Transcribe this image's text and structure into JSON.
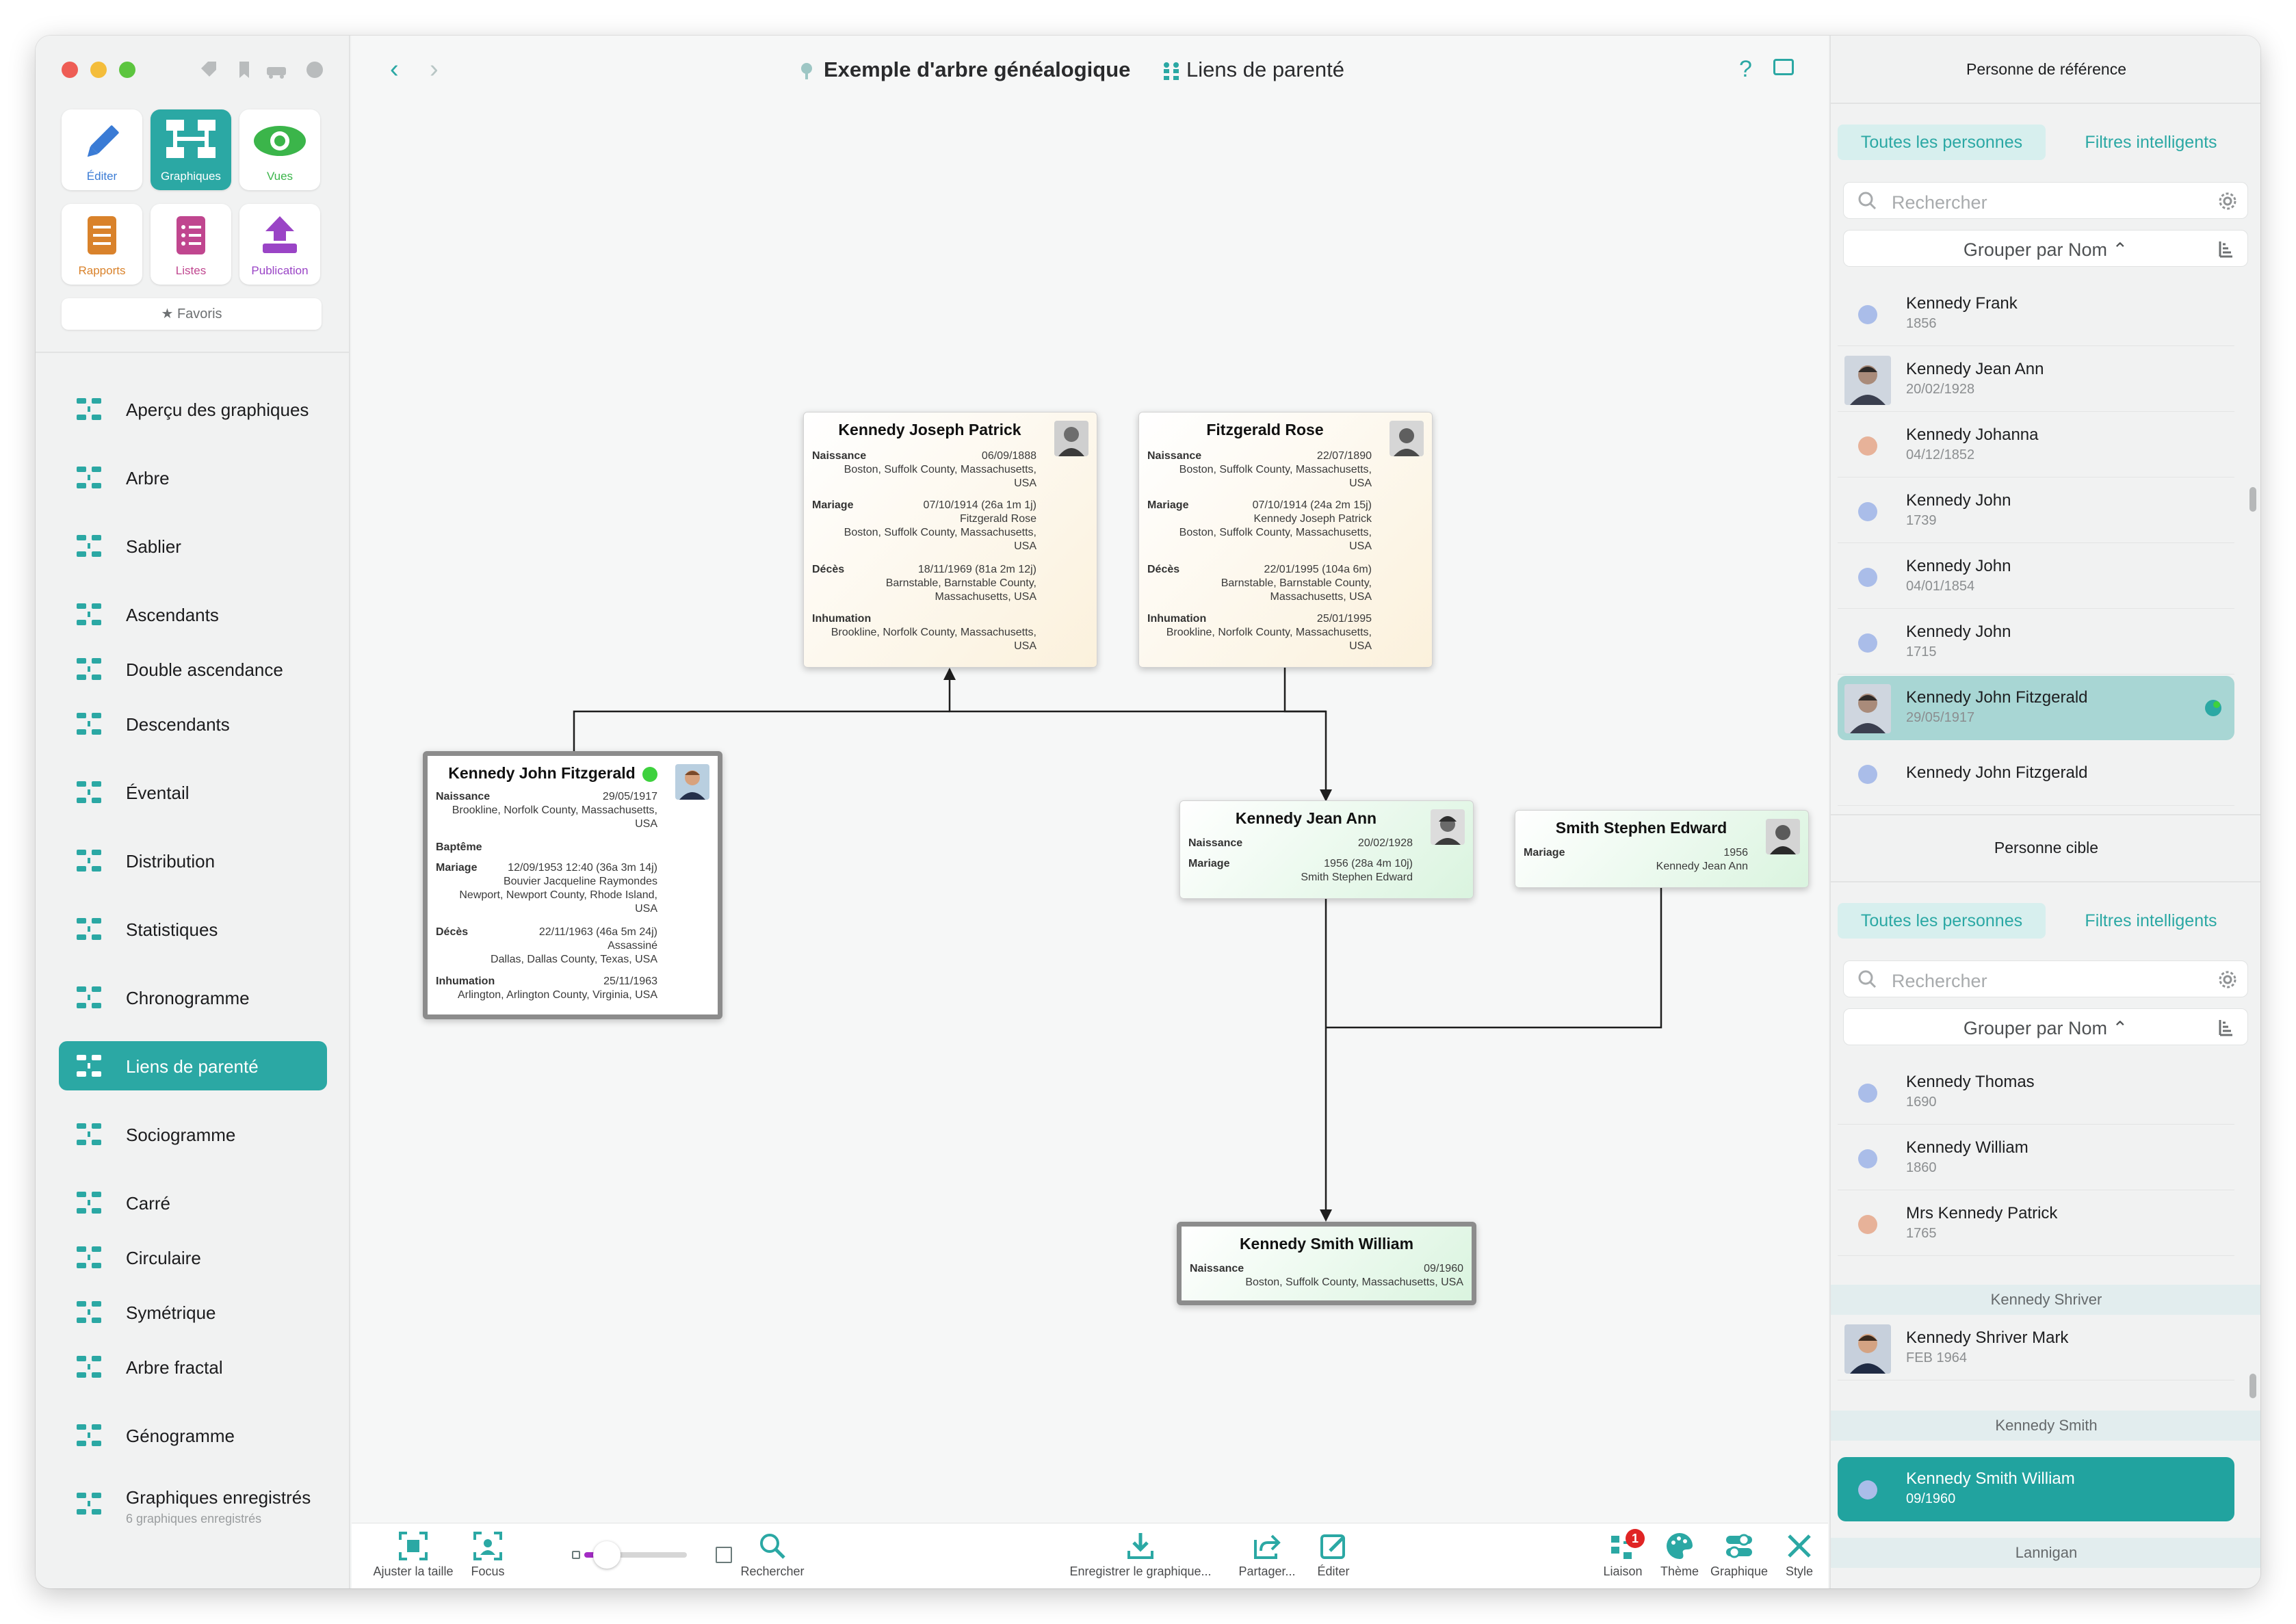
{
  "window": {
    "doc_title": "Exemple d'arbre généalogique",
    "chart_title": "Liens de parenté",
    "help_label": "?"
  },
  "toolbar_tiles": [
    {
      "label": "Éditer",
      "color": "#3a7bd5"
    },
    {
      "label": "Graphiques",
      "color": "#2ba8a4"
    },
    {
      "label": "Vues",
      "color": "#3bb54a"
    },
    {
      "label": "Rapports",
      "color": "#d9822b"
    },
    {
      "label": "Listes",
      "color": "#c0468f"
    },
    {
      "label": "Publication",
      "color": "#9a44c6"
    }
  ],
  "favorites_label": "★ Favoris",
  "nav": [
    {
      "label": "Aperçu des graphiques",
      "icon": "grid-dots-icon"
    },
    {
      "label": "Arbre",
      "icon": "tree-icon"
    },
    {
      "label": "Sablier",
      "icon": "hourglass-icon"
    },
    {
      "label": "Ascendants",
      "icon": "ancestors-icon"
    },
    {
      "label": "Double ascendance",
      "icon": "double-ancestry-icon"
    },
    {
      "label": "Descendants",
      "icon": "descendants-icon"
    },
    {
      "label": "Éventail",
      "icon": "fan-icon"
    },
    {
      "label": "Distribution",
      "icon": "distribution-icon"
    },
    {
      "label": "Statistiques",
      "icon": "bar-stats-icon"
    },
    {
      "label": "Chronogramme",
      "icon": "timeline-icon"
    },
    {
      "label": "Liens de parenté",
      "icon": "relationship-icon",
      "active": true
    },
    {
      "label": "Sociogramme",
      "icon": "people-icon"
    },
    {
      "label": "Carré",
      "icon": "square-chart-icon"
    },
    {
      "label": "Circulaire",
      "icon": "circular-chart-icon"
    },
    {
      "label": "Symétrique",
      "icon": "symmetric-chart-icon"
    },
    {
      "label": "Arbre fractal",
      "icon": "fractal-tree-icon"
    },
    {
      "label": "Génogramme",
      "icon": "genogram-icon"
    },
    {
      "label": "Graphiques enregistrés",
      "sub": "6 graphiques enregistrés",
      "icon": "saved-charts-icon"
    }
  ],
  "cards": {
    "kjp": {
      "name": "Kennedy Joseph Patrick",
      "rows": [
        {
          "label": "Naissance",
          "value": "06/09/1888\nBoston, Suffolk County, Massachusetts,\nUSA"
        },
        {
          "label": "Mariage",
          "value": "07/10/1914 (26a 1m 1j)\nFitzgerald Rose\nBoston, Suffolk County, Massachusetts,\nUSA"
        },
        {
          "label": "Décès",
          "value": "18/11/1969 (81a 2m 12j)\nBarnstable, Barnstable County,\nMassachusetts, USA"
        },
        {
          "label": "Inhumation",
          "value": "\nBrookline, Norfolk County, Massachusetts,\nUSA"
        }
      ]
    },
    "fr": {
      "name": "Fitzgerald Rose",
      "rows": [
        {
          "label": "Naissance",
          "value": "22/07/1890\nBoston, Suffolk County, Massachusetts,\nUSA"
        },
        {
          "label": "Mariage",
          "value": "07/10/1914 (24a 2m 15j)\nKennedy Joseph Patrick\nBoston, Suffolk County, Massachusetts,\nUSA"
        },
        {
          "label": "Décès",
          "value": "22/01/1995 (104a 6m)\nBarnstable, Barnstable County,\nMassachusetts, USA"
        },
        {
          "label": "Inhumation",
          "value": "25/01/1995\nBrookline, Norfolk County, Massachusetts,\nUSA"
        }
      ]
    },
    "kjf": {
      "name": "Kennedy John Fitzgerald",
      "rows": [
        {
          "label": "Naissance",
          "value": "29/05/1917\nBrookline, Norfolk County, Massachusetts,\nUSA"
        },
        {
          "label": "Baptême",
          "value": ""
        },
        {
          "label": "Mariage",
          "value": "12/09/1953 12:40 (36a 3m 14j)\nBouvier Jacqueline Raymondes\nNewport, Newport County, Rhode Island,\nUSA"
        },
        {
          "label": "Décès",
          "value": "22/11/1963 (46a 5m 24j)\nAssassiné\nDallas, Dallas County, Texas, USA"
        },
        {
          "label": "Inhumation",
          "value": "25/11/1963\nArlington, Arlington County, Virginia, USA"
        }
      ]
    },
    "kja": {
      "name": "Kennedy Jean Ann",
      "rows": [
        {
          "label": "Naissance",
          "value": "20/02/1928"
        },
        {
          "label": "Mariage",
          "value": "1956 (28a 4m 10j)\nSmith Stephen Edward"
        }
      ]
    },
    "sse": {
      "name": "Smith Stephen Edward",
      "rows": [
        {
          "label": "Mariage",
          "value": "1956\nKennedy Jean Ann"
        }
      ]
    },
    "ksw": {
      "name": "Kennedy Smith William",
      "rows": [
        {
          "label": "Naissance",
          "value": "09/1960\nBoston, Suffolk County, Massachusetts, USA"
        }
      ]
    }
  },
  "bottom_toolbar": {
    "fit": "Ajuster la taille",
    "focus": "Focus",
    "search": "Rechercher",
    "save": "Enregistrer le graphique...",
    "share": "Partager...",
    "edit": "Éditer",
    "link": "Liaison",
    "link_badge": "1",
    "theme": "Thème",
    "chart": "Graphique",
    "style": "Style",
    "zoom_level": 0.22
  },
  "right_panel": {
    "ref_title": "Personne de référence",
    "target_title": "Personne cible",
    "seg_all": "Toutes les personnes",
    "seg_smart": "Filtres intelligents",
    "search_placeholder": "Rechercher",
    "group_label": "Grouper par Nom ⌃",
    "ref_list": [
      {
        "name": "Kennedy Frank",
        "date": "1856",
        "dot": "#aabde9"
      },
      {
        "name": "Kennedy Jean Ann",
        "date": "20/02/1928",
        "photo": true
      },
      {
        "name": "Kennedy Johanna",
        "date": "04/12/1852",
        "dot": "#e7b299"
      },
      {
        "name": "Kennedy John",
        "date": "1739",
        "dot": "#aabde9"
      },
      {
        "name": "Kennedy John",
        "date": "04/01/1854",
        "dot": "#aabde9"
      },
      {
        "name": "Kennedy John",
        "date": "1715",
        "dot": "#aabde9"
      },
      {
        "name": "Kennedy John Fitzgerald",
        "date": "29/05/1917",
        "photo": true,
        "selected": true
      },
      {
        "name": "Kennedy John Fitzgerald",
        "date": "",
        "dot": "#aabde9"
      }
    ],
    "target_list": [
      {
        "name": "Kennedy Thomas",
        "date": "1690",
        "dot": "#aabde9"
      },
      {
        "name": "Kennedy William",
        "date": "1860",
        "dot": "#aabde9"
      },
      {
        "name": "Mrs Kennedy Patrick",
        "date": "1765",
        "dot": "#e7b299"
      }
    ],
    "group_shriver": "Kennedy Shriver",
    "shriver_item": {
      "name": "Kennedy Shriver Mark",
      "date": "FEB 1964"
    },
    "group_smith": "Kennedy Smith",
    "smith_item": {
      "name": "Kennedy Smith William",
      "date": "09/1960"
    },
    "group_lannigan": "Lannigan"
  },
  "colors": {
    "accent": "#2ba8a4",
    "online_dot": "#3ed13e",
    "zoom": "#a32cc4",
    "badge": "#e02424"
  }
}
